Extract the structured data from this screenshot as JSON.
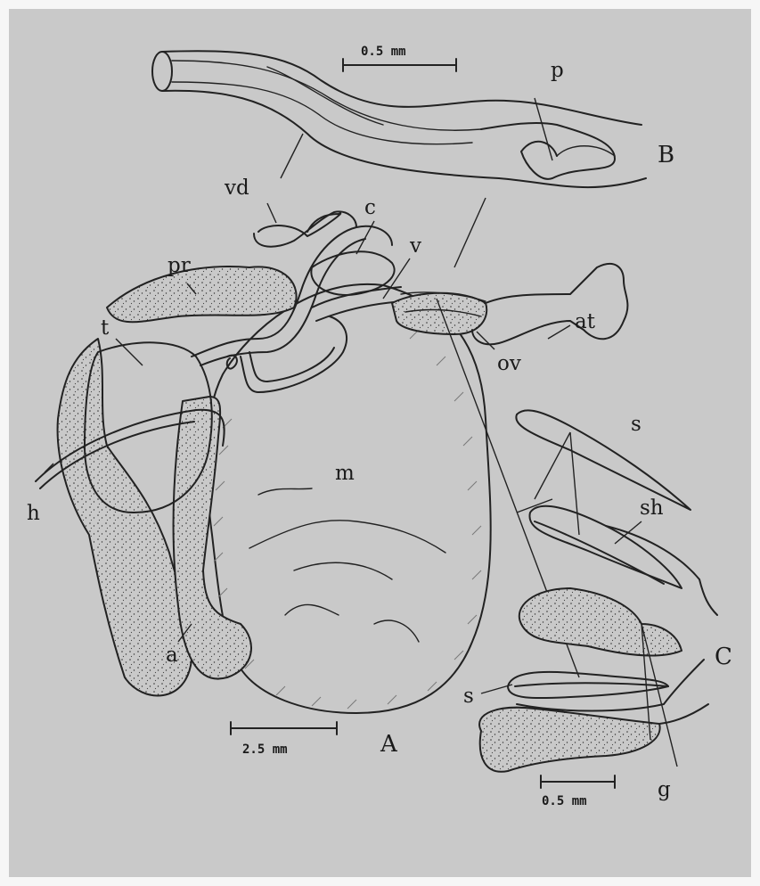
{
  "labels": {
    "vd": "vd",
    "p": "p",
    "B": "B",
    "c": "c",
    "v": "v",
    "pr": "pr",
    "t": "t",
    "at": "at",
    "ov": "ov",
    "h": "h",
    "m": "m",
    "s_top": "s",
    "sh": "sh",
    "a": "a",
    "C": "C",
    "s_bottom": "s",
    "A": "A",
    "g": "g"
  },
  "scale_bars": {
    "top": "0.5 mm",
    "middle": "2.5 mm",
    "bottom": "0.5 mm"
  },
  "colors": {
    "background": "#c9c9c9",
    "ink": "#222222"
  }
}
